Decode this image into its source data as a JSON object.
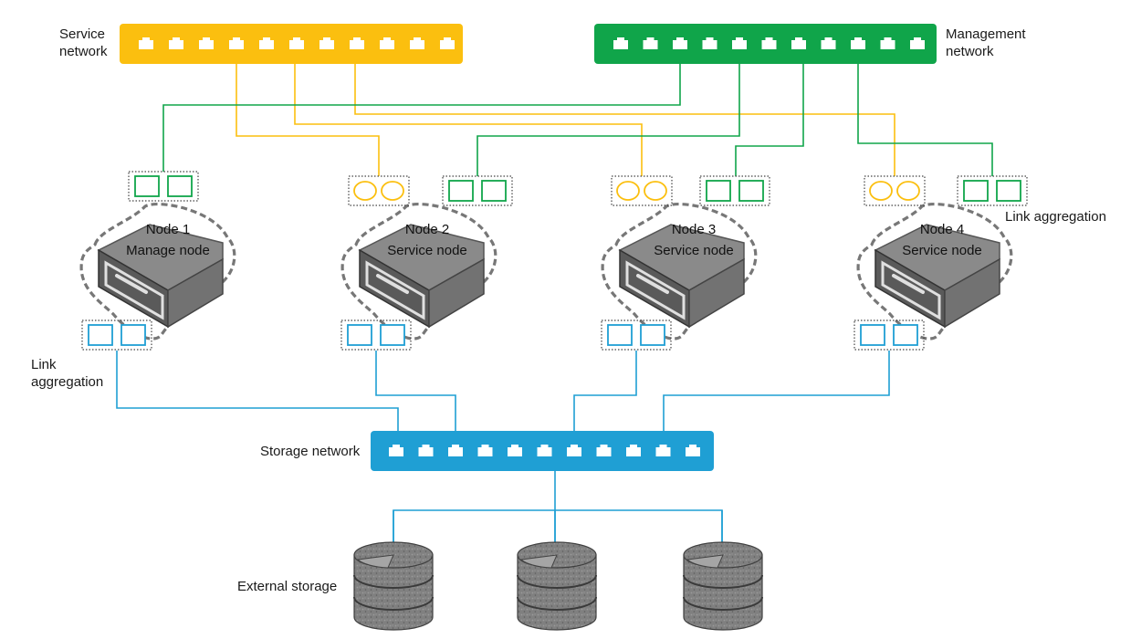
{
  "labels": {
    "service_network": [
      "Service",
      "network"
    ],
    "management_network": [
      "Management",
      "network"
    ],
    "link_aggregation_left": [
      "Link",
      "aggregation"
    ],
    "link_aggregation_right": "Link aggregation",
    "storage_network": "Storage network",
    "external_storage": "External  storage"
  },
  "nodes": [
    {
      "name": "Node 1",
      "role": "Manage node"
    },
    {
      "name": "Node 2",
      "role": "Service node"
    },
    {
      "name": "Node 3",
      "role": "Service node"
    },
    {
      "name": "Node 4",
      "role": "Service node"
    }
  ],
  "colors": {
    "service": "#fbbf0f",
    "management": "#10a54a",
    "storage": "#1f9fd4",
    "server": "#6f6f6f",
    "dash": "#777777",
    "disk": "#7d7d7d"
  }
}
